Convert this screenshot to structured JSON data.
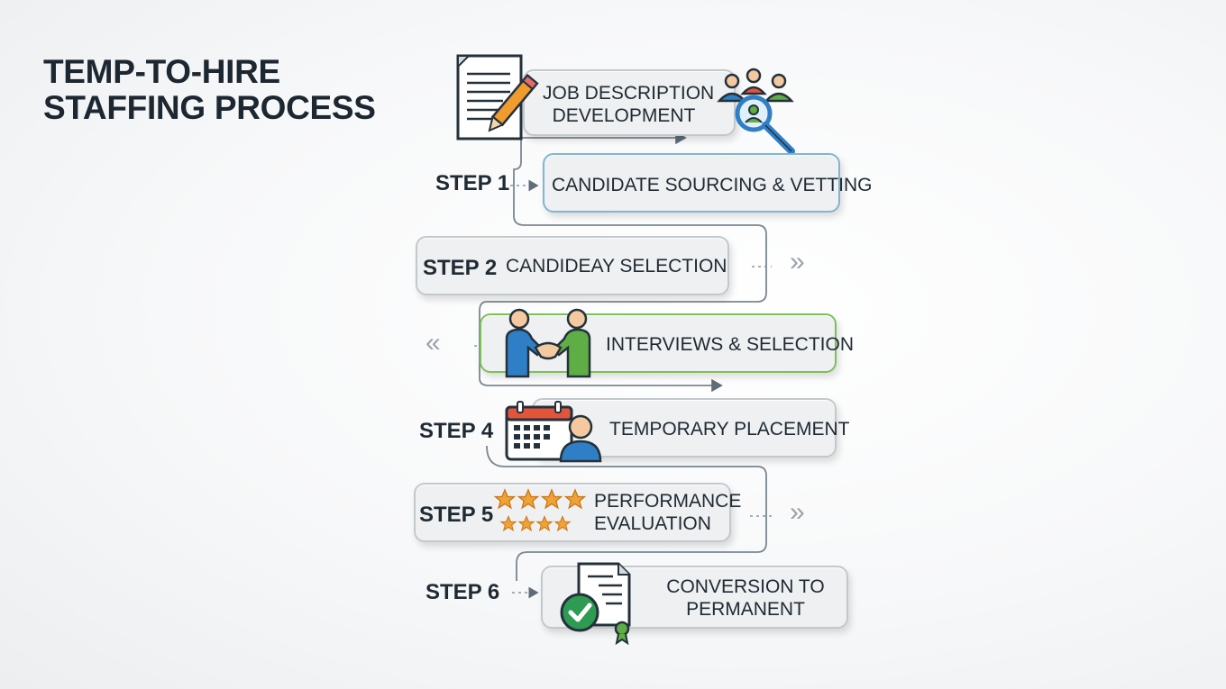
{
  "title": {
    "line1": "TEMP-TO-HIRE",
    "line2": "STAFFING PROCESS"
  },
  "steps": [
    {
      "label_line1": "JOB DESCRIPTION",
      "label_line2": "DEVELOPMENT",
      "step": "",
      "icon": "document-pencil-icon"
    },
    {
      "label": "CANDIDATE SOURCING & VETTING",
      "step": "STEP 1",
      "icon": "people-magnifier-icon",
      "accent": "#7fb6d0"
    },
    {
      "label": "CANDIDEAY SELECTION",
      "step": "STEP 2",
      "icon": ""
    },
    {
      "label": "INTERVIEWS & SELECTION",
      "step": "",
      "icon": "handshake-icon",
      "accent": "#7cc05a"
    },
    {
      "label": "TEMPORARY PLACEMENT",
      "step": "STEP 4",
      "icon": "calendar-person-icon"
    },
    {
      "label_line1": "PERFORMANCE",
      "label_line2": "EVALUATION",
      "step": "STEP 5",
      "icon": "stars-rating-icon"
    },
    {
      "label_line1": "CONVERSION TO",
      "label_line2": "PERMANENT",
      "step": "STEP 6",
      "icon": "certificate-check-icon"
    }
  ],
  "chevrons": {
    "right": "»",
    "left": "«"
  },
  "colors": {
    "card_bg": "#eef0f1",
    "card_border": "#c3c8cc",
    "connector": "#7a8791",
    "star": "#f0a235",
    "check": "#2e9b52",
    "calendar": "#e2553b",
    "person_blue": "#2f7fc7",
    "person_green": "#5fae45"
  }
}
